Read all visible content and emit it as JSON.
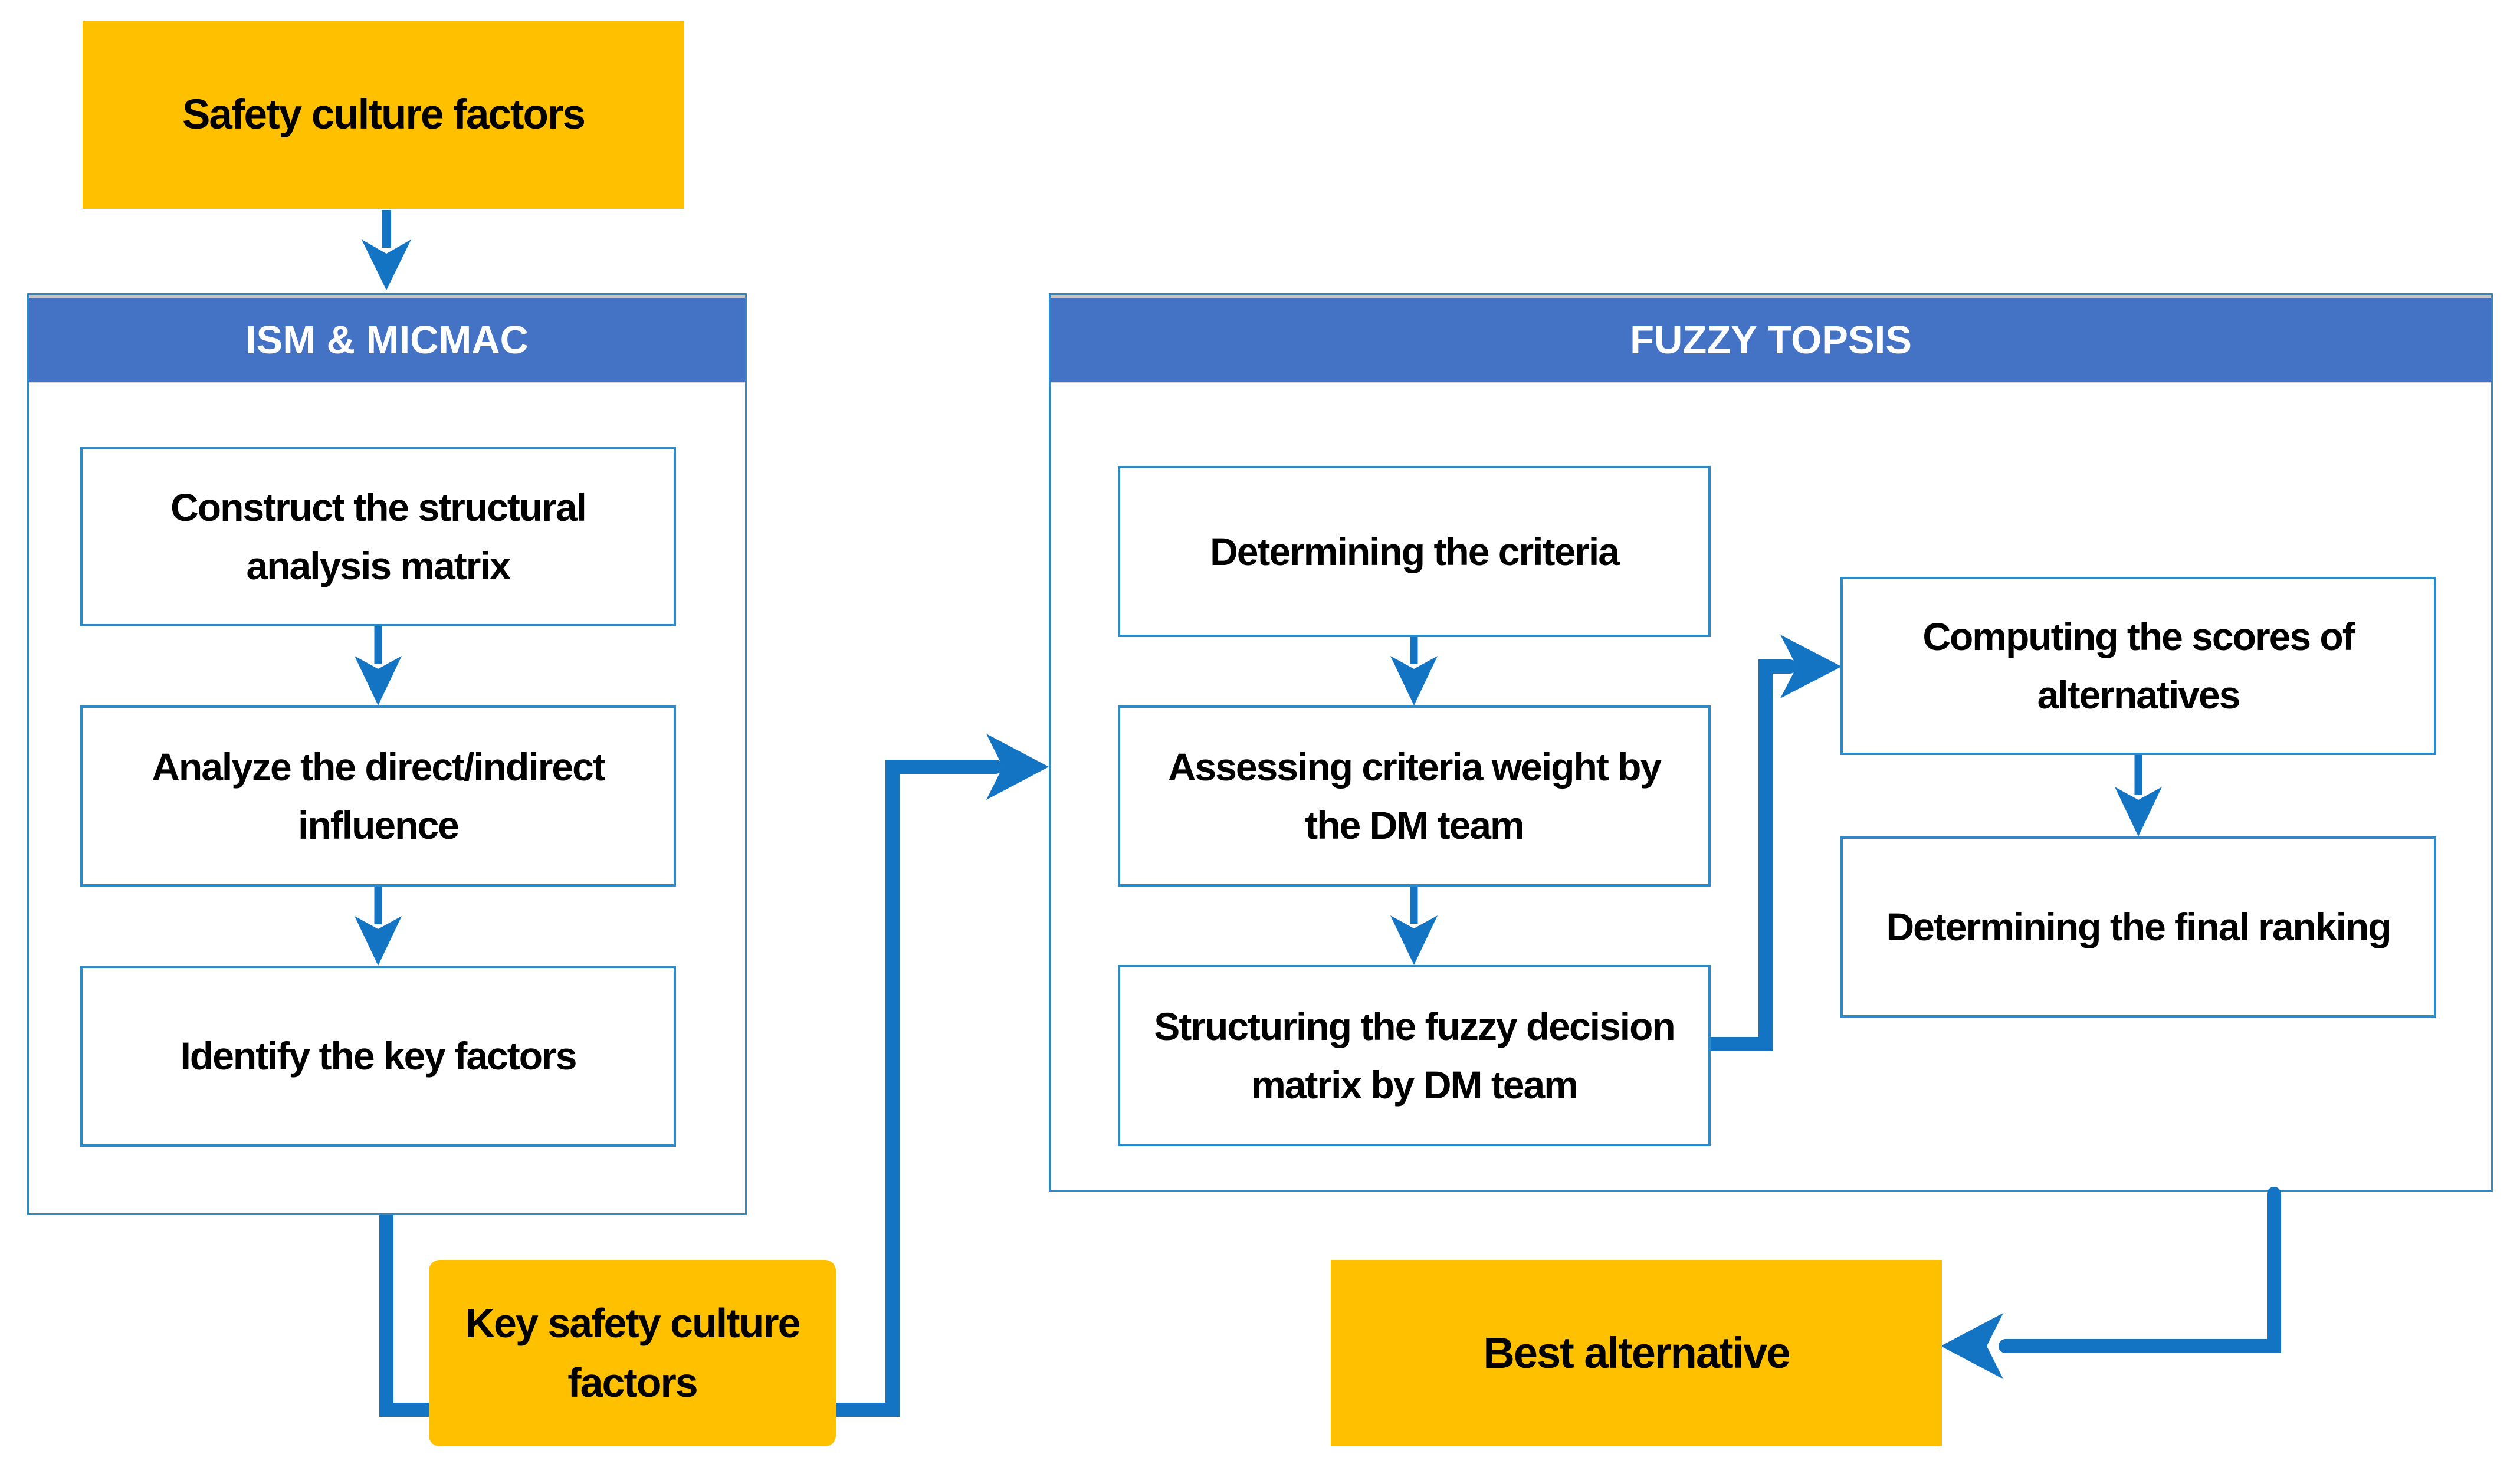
{
  "palette": {
    "orange": "#FFC000",
    "header_blue": "#4472C4",
    "connector_blue": "#1474C4",
    "box_border_blue": "#2C8AC9",
    "text_color": "#000000",
    "header_text_color": "#FFFFFF"
  },
  "flow": {
    "source_node": {
      "label": "Safety culture factors"
    },
    "ism_panel": {
      "title": "ISM & MICMAC",
      "steps": [
        {
          "label": "Construct the structural analysis matrix"
        },
        {
          "label": "Analyze the direct/indirect influence"
        },
        {
          "label": "Identify the key factors"
        }
      ]
    },
    "key_node": {
      "label": "Key safety culture factors"
    },
    "fuzzy_panel": {
      "title": "FUZZY TOPSIS",
      "left_steps": [
        {
          "label": "Determining the criteria"
        },
        {
          "label": "Assessing criteria weight by the DM team"
        },
        {
          "label": "Structuring the fuzzy decision matrix by DM team"
        }
      ],
      "right_steps": [
        {
          "label": "Computing the scores of alternatives"
        },
        {
          "label": "Determining the final ranking"
        }
      ]
    },
    "best_node": {
      "label": "Best alternative"
    }
  }
}
